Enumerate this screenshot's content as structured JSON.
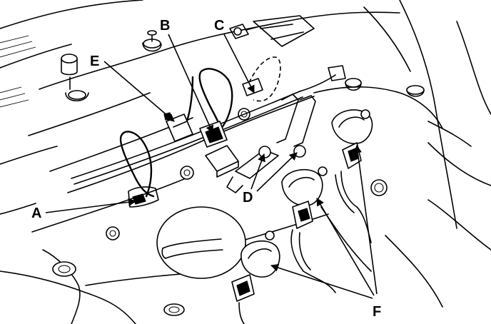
{
  "callouts": {
    "A": "A",
    "B": "B",
    "C": "C",
    "D": "D",
    "E": "E",
    "F": "F"
  }
}
